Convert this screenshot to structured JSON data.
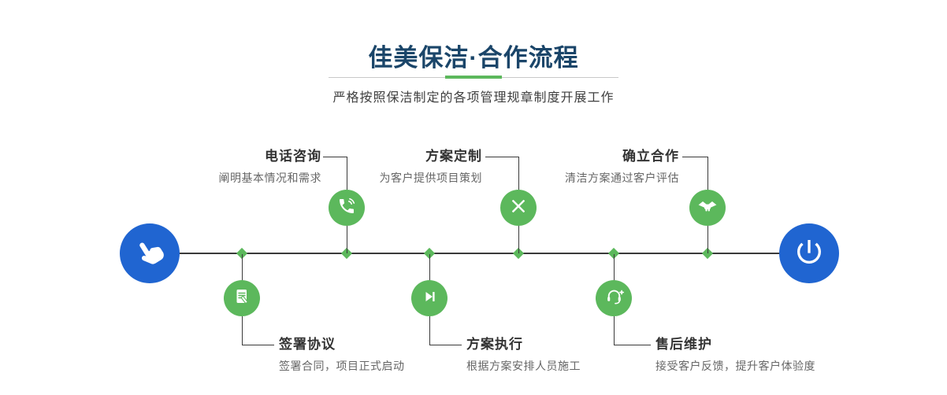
{
  "header": {
    "title": "佳美保洁·合作流程",
    "subtitle": "严格按照保洁制定的各项管理规章制度开展工作"
  },
  "colors": {
    "accent_green": "#5cb85c",
    "accent_blue": "#2065d1",
    "title_navy": "#1a4569",
    "line_dark": "#3a3a3a"
  },
  "steps": [
    {
      "id": "phone",
      "title": "电话咨询",
      "desc": "阐明基本情况和需求",
      "icon": "phone-icon",
      "position": "top"
    },
    {
      "id": "plan",
      "title": "方案定制",
      "desc": "为客户提供项目策划",
      "icon": "design-tools-icon",
      "position": "top"
    },
    {
      "id": "cooperate",
      "title": "确立合作",
      "desc": "清洁方案通过客户评估",
      "icon": "handshake-icon",
      "position": "top"
    },
    {
      "id": "sign",
      "title": "签署协议",
      "desc": "签署合同，项目正式启动",
      "icon": "contract-icon",
      "position": "bottom"
    },
    {
      "id": "execute",
      "title": "方案执行",
      "desc": "根据方案安排人员施工",
      "icon": "play-icon",
      "position": "bottom"
    },
    {
      "id": "aftersale",
      "title": "售后维护",
      "desc": "接受客户反馈，提升客户体验度",
      "icon": "headset-icon",
      "position": "bottom"
    }
  ],
  "endpoints": {
    "start_icon": "pointing-hand-icon",
    "end_icon": "power-icon"
  }
}
